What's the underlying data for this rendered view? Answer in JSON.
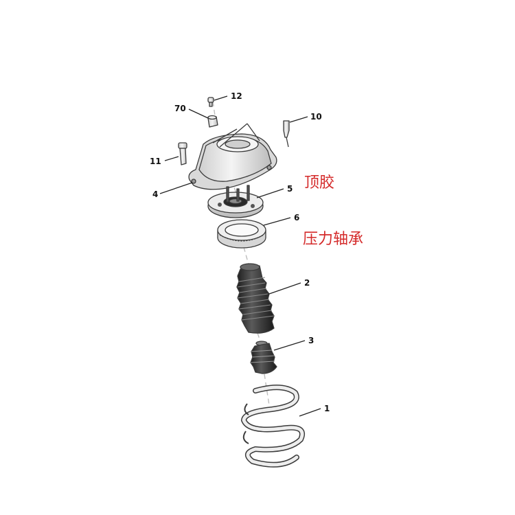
{
  "callouts": {
    "c12": "12",
    "c70": "70",
    "c10": "10",
    "c11": "11",
    "c4": "4",
    "c5": "5",
    "c6": "6",
    "c2": "2",
    "c3": "3",
    "c1": "1"
  },
  "annotations": {
    "top_mount": "顶胶",
    "pressure_bearing": "压力轴承"
  },
  "colors": {
    "annotation_text": "#d42a2a",
    "part_fill": "#e6e6e6",
    "part_dark": "#3c3c3c"
  }
}
